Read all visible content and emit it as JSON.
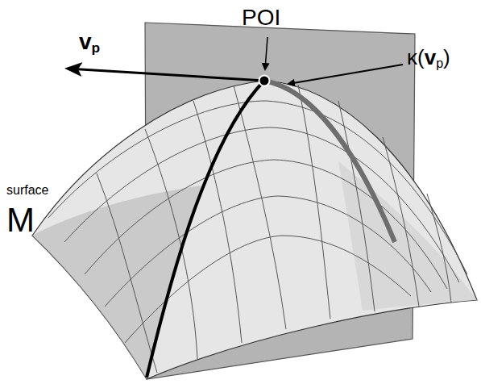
{
  "diagram": {
    "labels": [
      "vp",
      "POI",
      "κ(vp)",
      "surface",
      "M"
    ]
  }
}
